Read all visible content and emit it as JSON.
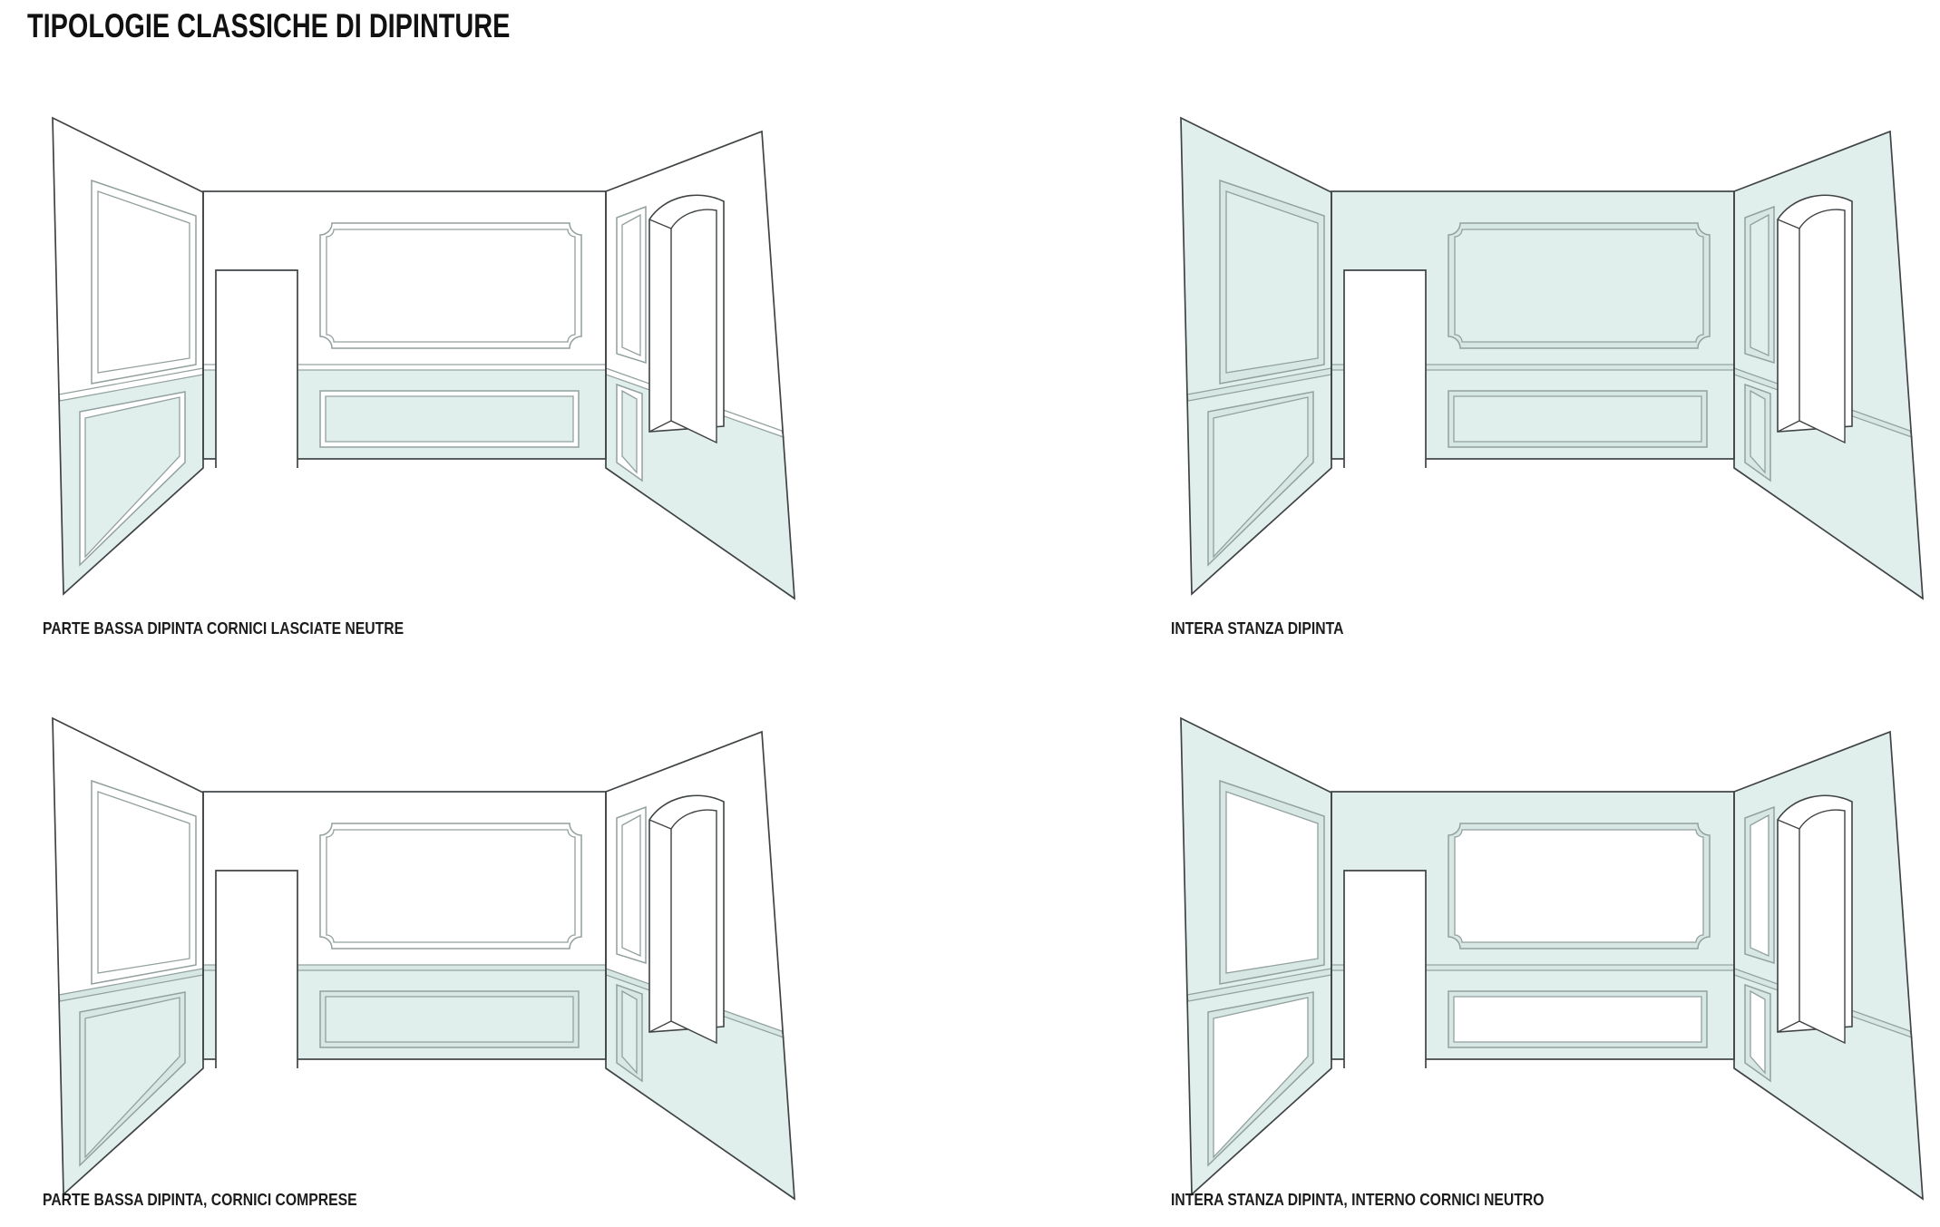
{
  "page": {
    "title": "TIPOLOGIE CLASSICHE DI DIPINTURE"
  },
  "colors": {
    "paint": "#e1efec",
    "paint_band": "#d7e8e4",
    "neutral": "#ffffff",
    "outline": "#3f4345",
    "molding": "#92a09e",
    "text": "#1c1c1c",
    "background": "#ffffff"
  },
  "diagrams": [
    {
      "id": "parte-bassa-dipinta-cornici-neutre",
      "label": "PARTE BASSA DIPINTA CORNICI LASCIATE NEUTRE",
      "painted_zones": {
        "upper_wall": false,
        "upper_frame_band": false,
        "upper_frame_interior": false,
        "chair_rail_band": false,
        "lower_wall": true,
        "lower_frame_band": false,
        "lower_frame_interior": true
      }
    },
    {
      "id": "intera-stanza-dipinta",
      "label": "INTERA STANZA DIPINTA",
      "painted_zones": {
        "upper_wall": true,
        "upper_frame_band": true,
        "upper_frame_interior": true,
        "chair_rail_band": true,
        "lower_wall": true,
        "lower_frame_band": true,
        "lower_frame_interior": true
      }
    },
    {
      "id": "parte-bassa-dipinta-cornici-comprese",
      "label": "PARTE BASSA DIPINTA, CORNICI COMPRESE",
      "painted_zones": {
        "upper_wall": false,
        "upper_frame_band": false,
        "upper_frame_interior": false,
        "chair_rail_band": true,
        "lower_wall": true,
        "lower_frame_band": true,
        "lower_frame_interior": true
      }
    },
    {
      "id": "intera-stanza-dipinta-interno-cornici-neutro",
      "label": "INTERA STANZA DIPINTA, INTERNO CORNICI NEUTRO",
      "painted_zones": {
        "upper_wall": true,
        "upper_frame_band": true,
        "upper_frame_interior": false,
        "chair_rail_band": true,
        "lower_wall": true,
        "lower_frame_band": true,
        "lower_frame_interior": false
      }
    }
  ]
}
